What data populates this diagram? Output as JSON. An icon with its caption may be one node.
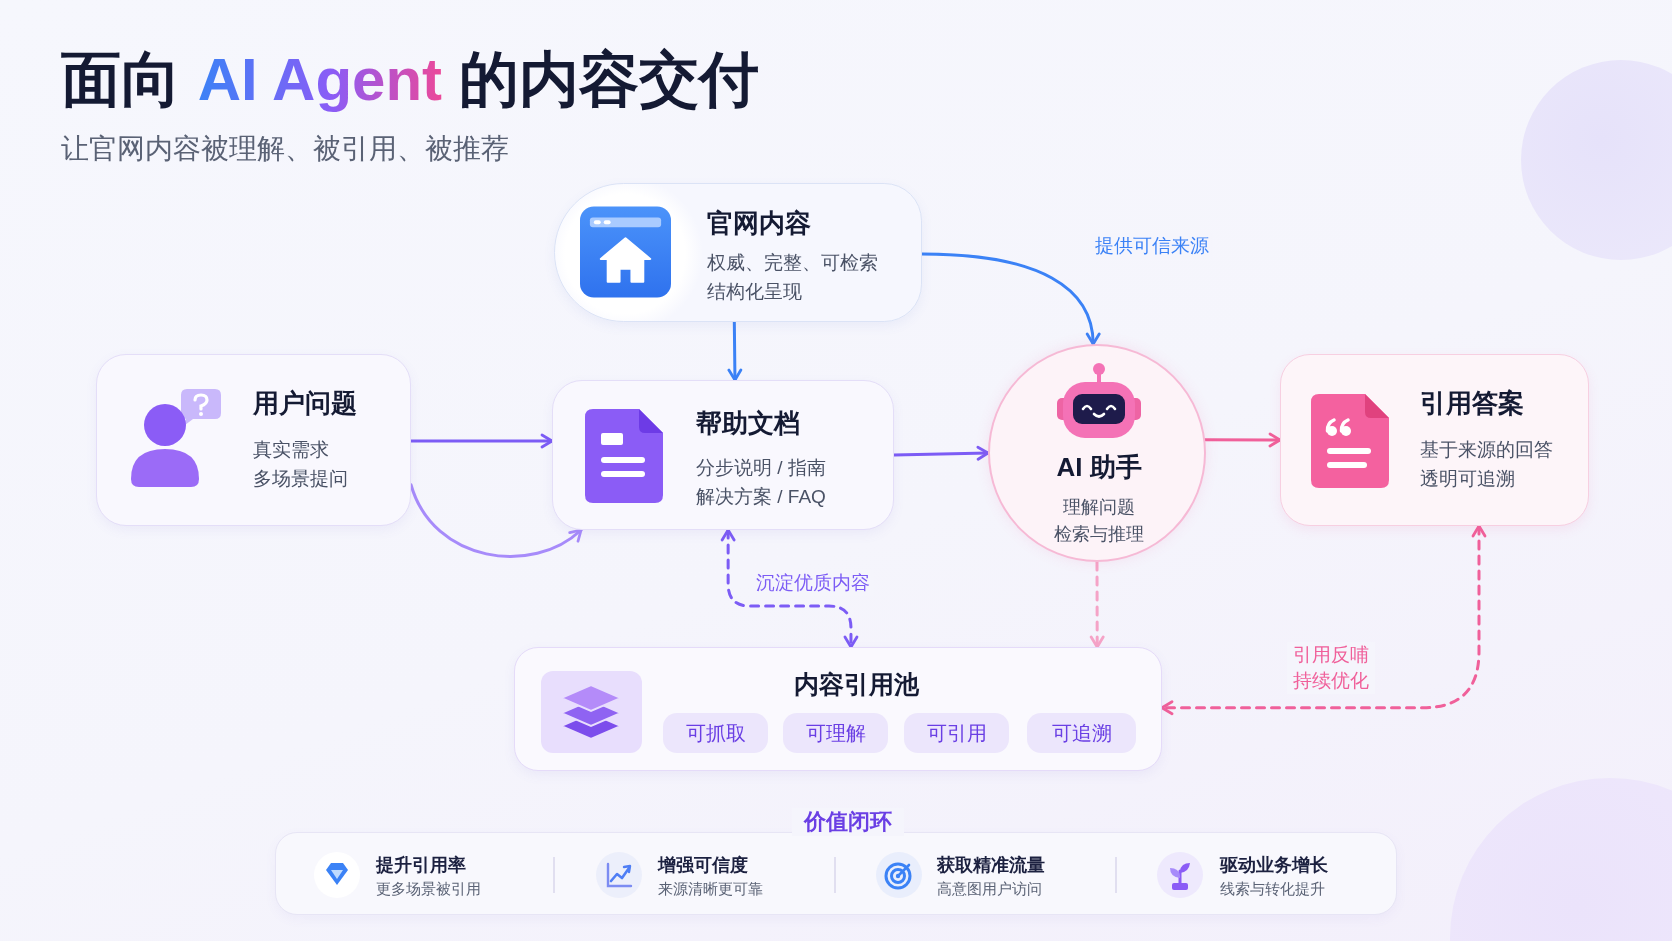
{
  "diagram": {
    "title": "面向 AI Agent 的内容交付",
    "nodes": [
      {
        "text": [
          "官网内容",
          "权威、完整、可检索",
          "结构化呈现"
        ]
      },
      {
        "text": [
          "用户问题",
          "真实需求",
          "多场景提问"
        ]
      },
      {
        "text": [
          "帮助文档",
          "分步说明 / 指南",
          "解决方案 / FAQ"
        ]
      },
      {
        "text": [
          "AI 助手",
          "理解问题",
          "检索与推理"
        ]
      },
      {
        "text": [
          "引用答案",
          "基于来源的回答",
          "透明可追溯"
        ]
      },
      {
        "text": [
          "内容引用池"
        ]
      },
      {
        "text": [
          "可抓取"
        ],
        "in": 5
      },
      {
        "text": [
          "可理解"
        ],
        "in": 5
      },
      {
        "text": [
          "可引用"
        ],
        "in": 5
      },
      {
        "text": [
          "可追溯"
        ],
        "in": 5
      },
      {
        "text": [
          "价值闭环"
        ]
      }
    ],
    "edges": [
      {
        "from": 0,
        "to": 2,
        "arrow": "to",
        "color": "#3b82f6"
      },
      {
        "from": 0,
        "to": 3,
        "arrow": "to",
        "label": "提供可信来源",
        "color": "#3b82f6"
      },
      {
        "from": 1,
        "to": 2,
        "arrow": "to"
      },
      {
        "from": 1,
        "to": 2,
        "arrow": "to",
        "color": "#a78bfa"
      },
      {
        "from": 2,
        "to": 3,
        "arrow": "to"
      },
      {
        "from": 3,
        "to": 4,
        "arrow": "to",
        "color": "#f0609a"
      },
      {
        "from": 2,
        "to": 5,
        "arrow": "both",
        "label": "沉淀优质内容",
        "style": "dashed"
      },
      {
        "from": 3,
        "to": 5,
        "arrow": "to",
        "style": "dashed",
        "color": "#f5a3c7"
      },
      {
        "from": 4,
        "to": 5,
        "arrow": "both",
        "label": "引用反哺持续优化",
        "style": "dashed",
        "color": "#f0609a"
      }
    ],
    "labels": [
      "让官网内容被理解、被引用、被推荐",
      "提升引用率",
      "更多场景被引用",
      "增强可信度",
      "来源清晰更可靠",
      "获取精准流量",
      "高意图用户访问",
      "驱动业务增长",
      "线索与转化提升"
    ]
  }
}
